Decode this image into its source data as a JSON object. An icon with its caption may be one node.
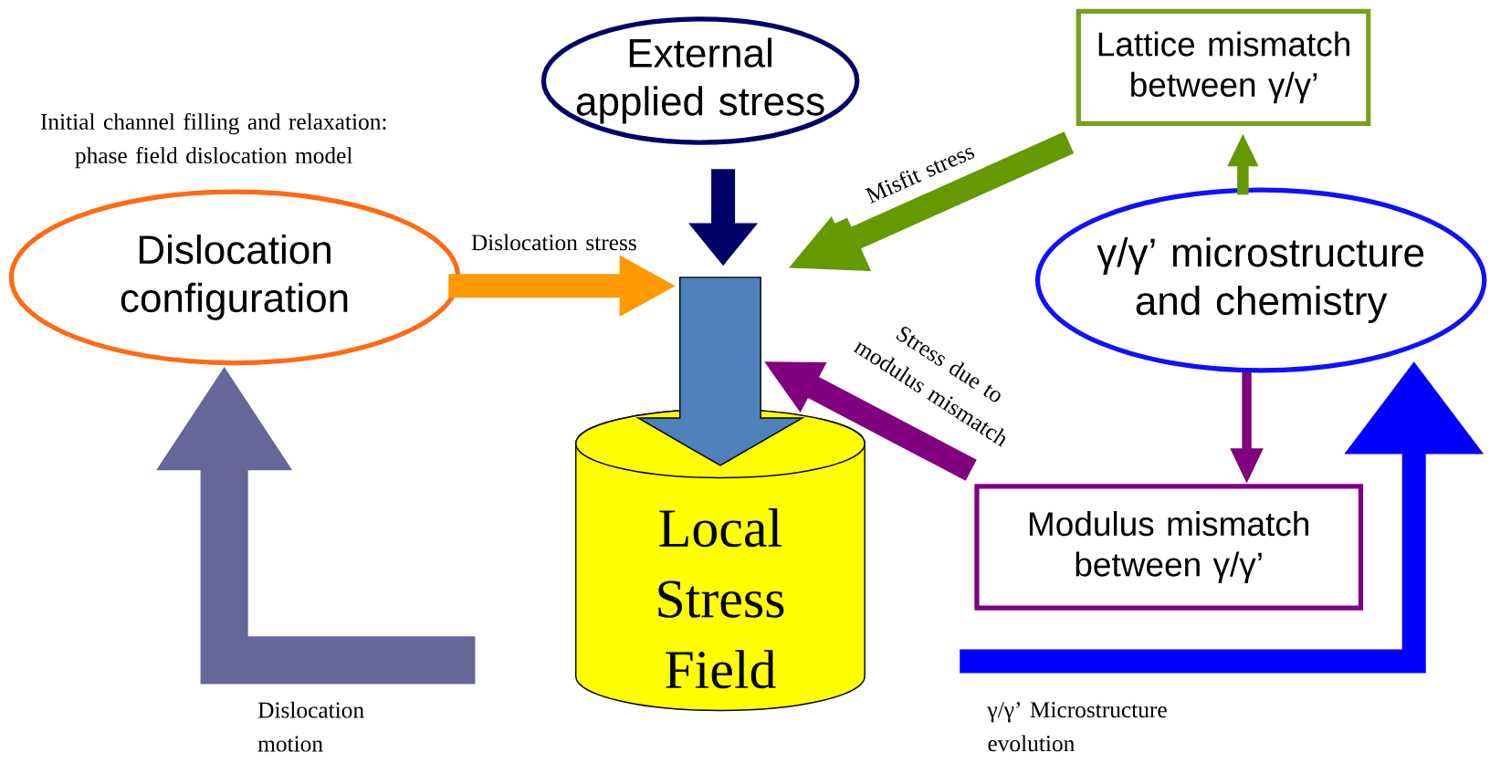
{
  "diagram": {
    "nodes": [
      {
        "text": [
          "External applied stress"
        ]
      },
      {
        "text": [
          "Lattice mismatch between γ/γ’"
        ]
      },
      {
        "text": [
          "Dislocation configuration"
        ],
        "beside": [
          "Initial channel filling and relaxation: phase field dislocation model"
        ]
      },
      {
        "text": [
          "γ/γ’ microstructure and chemistry"
        ]
      },
      {
        "text": [],
        "shape": "arrow"
      },
      {
        "text": [
          "Local Stress Field"
        ]
      },
      {
        "text": [
          "Modulus mismatch between γ/γ’"
        ]
      }
    ],
    "edges": [
      {
        "from": 0,
        "to": 4,
        "arrow": "to",
        "color": "#000066"
      },
      {
        "from": 2,
        "to": 4,
        "arrow": "to",
        "label": "Dislocation stress",
        "color": "#ff9900"
      },
      {
        "from": 1,
        "to": 4,
        "arrow": "to",
        "label": "Misfit stress",
        "color": "#669900"
      },
      {
        "from": 3,
        "to": 1,
        "arrow": "to",
        "color": "#669900"
      },
      {
        "from": 3,
        "to": 6,
        "arrow": "to",
        "color": "#800080"
      },
      {
        "from": 6,
        "to": 4,
        "arrow": "to",
        "label": "Stress due to modulus mismatch",
        "color": "#800080"
      },
      {
        "from": null,
        "to": 2,
        "arrow": "to",
        "label": "Dislocation motion",
        "style": "thick",
        "color": "#666699"
      },
      {
        "from": null,
        "to": 3,
        "arrow": "to",
        "label": "γ/γ’ Microstructure evolution",
        "color": "#0000ff"
      }
    ]
  }
}
